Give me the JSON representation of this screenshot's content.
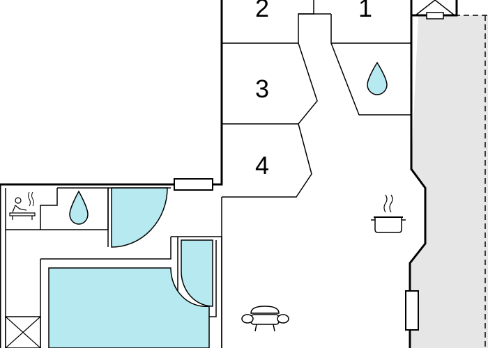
{
  "floorplan": {
    "rooms": [
      {
        "id": "bedroom-2",
        "number": "2"
      },
      {
        "id": "bedroom-1",
        "number": "1"
      },
      {
        "id": "bedroom-3",
        "number": "3"
      },
      {
        "id": "bedroom-4",
        "number": "4"
      }
    ],
    "icons": [
      "water-drop-icon",
      "water-drop-icon",
      "sauna-icon",
      "kitchen-pot-icon",
      "sofa-icon",
      "fireplace-icon",
      "radiator-icon",
      "window-icon",
      "storage-cross-icon"
    ],
    "colors": {
      "water": "#b7e9f0",
      "terrace": "#e6e6e6",
      "wall": "#000000",
      "floor": "#ffffff"
    }
  }
}
